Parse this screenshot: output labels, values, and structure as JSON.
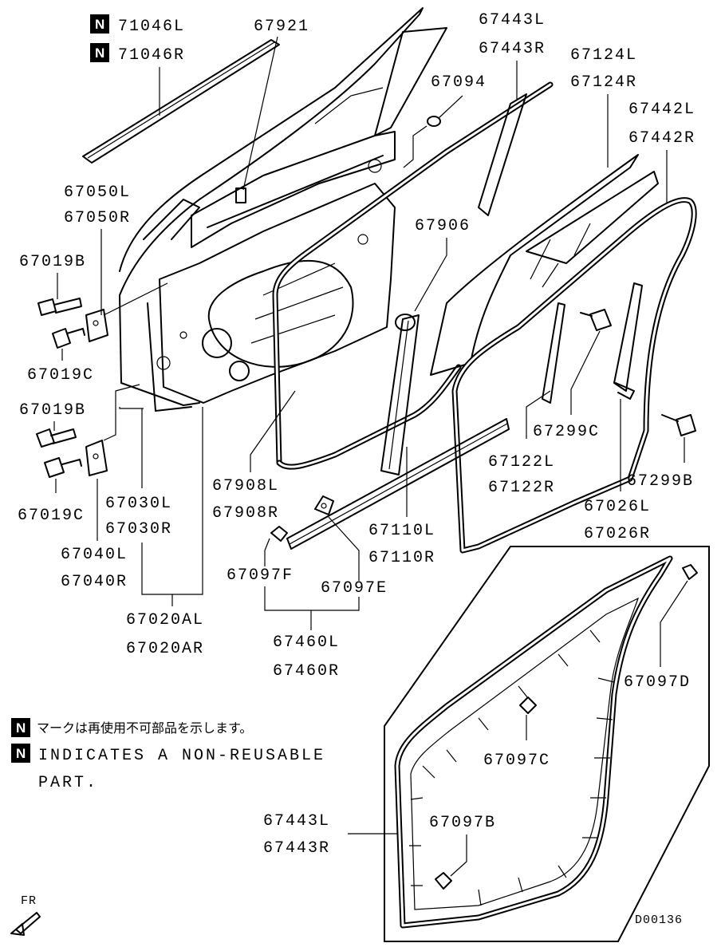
{
  "labels": {
    "p71046L": "71046L",
    "p71046R": "71046R",
    "p67921": "67921",
    "p67443L_top": "67443L",
    "p67443R_top": "67443R",
    "p67094": "67094",
    "p67124L": "67124L",
    "p67124R": "67124R",
    "p67442L": "67442L",
    "p67442R": "67442R",
    "p67050L": "67050L",
    "p67050R": "67050R",
    "p67019B_1": "67019B",
    "p67019C_1": "67019C",
    "p67019B_2": "67019B",
    "p67019C_2": "67019C",
    "p67906": "67906",
    "p67299C": "67299C",
    "p67122L": "67122L",
    "p67122R": "67122R",
    "p67299B": "67299B",
    "p67030L": "67030L",
    "p67030R": "67030R",
    "p67908L": "67908L",
    "p67908R": "67908R",
    "p67026L": "67026L",
    "p67026R": "67026R",
    "p67040L": "67040L",
    "p67040R": "67040R",
    "p67110L": "67110L",
    "p67110R": "67110R",
    "p67097F": "67097F",
    "p67097E": "67097E",
    "p67020AL": "67020AL",
    "p67020AR": "67020AR",
    "p67460L": "67460L",
    "p67460R": "67460R",
    "p67097D": "67097D",
    "p67097C": "67097C",
    "p67443L_bot": "67443L",
    "p67443R_bot": "67443R",
    "p67097B": "67097B"
  },
  "legend": {
    "n_symbol": "N",
    "note_jp": "マークは再使用不可部品を示します。",
    "note_en_line1": "INDICATES A NON-REUSABLE",
    "note_en_line2": "PART."
  },
  "direction": "FR",
  "diagram_code": "D00136"
}
